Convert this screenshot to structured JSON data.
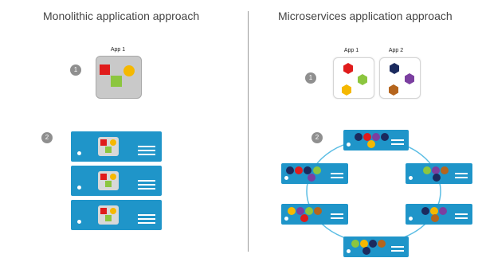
{
  "titles": {
    "left": "Monolithic application approach",
    "right": "Microservices application approach"
  },
  "app_labels": {
    "mono": "App 1",
    "svc1": "App 1",
    "svc2": "App 2"
  },
  "step_markers": [
    "1",
    "2",
    "1",
    "2"
  ],
  "colors": {
    "server": "#1f95c9",
    "red": "#e01b1b",
    "yellow": "#f5b800",
    "green": "#8cc63f",
    "navy": "#1b2a5e",
    "purple": "#7b3fa0",
    "brown": "#b5651d",
    "ring": "#5bbde4"
  }
}
